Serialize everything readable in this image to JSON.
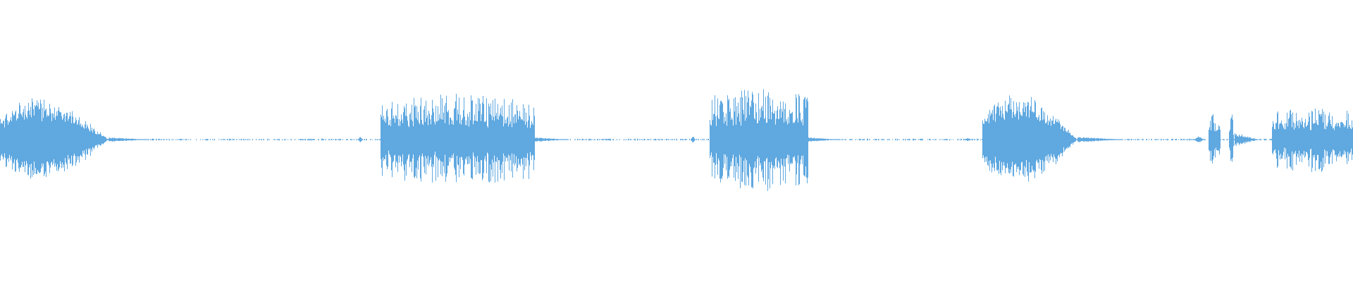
{
  "waveform": {
    "color": "#5fa8e0",
    "background": "#ffffff",
    "duration_fraction_note_free": true,
    "segments": [
      {
        "start": 0.0,
        "end": 0.08,
        "peak": 0.68,
        "shape": "burst-decay"
      },
      {
        "start": 0.08,
        "end": 0.11,
        "peak": 0.04,
        "shape": "tail"
      },
      {
        "start": 0.264,
        "end": 0.268,
        "peak": 0.06,
        "shape": "blip"
      },
      {
        "start": 0.281,
        "end": 0.395,
        "peak": 0.72,
        "shape": "spiky"
      },
      {
        "start": 0.395,
        "end": 0.42,
        "peak": 0.04,
        "shape": "tail"
      },
      {
        "start": 0.51,
        "end": 0.514,
        "peak": 0.07,
        "shape": "blip"
      },
      {
        "start": 0.524,
        "end": 0.597,
        "peak": 0.82,
        "shape": "spiky"
      },
      {
        "start": 0.597,
        "end": 0.62,
        "peak": 0.04,
        "shape": "tail"
      },
      {
        "start": 0.712,
        "end": 0.718,
        "peak": 0.03,
        "shape": "blip"
      },
      {
        "start": 0.726,
        "end": 0.796,
        "peak": 0.74,
        "shape": "burst-decay"
      },
      {
        "start": 0.796,
        "end": 0.83,
        "peak": 0.05,
        "shape": "tail"
      },
      {
        "start": 0.882,
        "end": 0.89,
        "peak": 0.06,
        "shape": "blip"
      },
      {
        "start": 0.893,
        "end": 0.902,
        "peak": 0.42,
        "shape": "spiky"
      },
      {
        "start": 0.908,
        "end": 0.912,
        "peak": 0.85,
        "shape": "spike"
      },
      {
        "start": 0.912,
        "end": 0.93,
        "peak": 0.12,
        "shape": "tail"
      },
      {
        "start": 0.94,
        "end": 1.0,
        "peak": 0.52,
        "shape": "spiky"
      }
    ],
    "noise_floor": 0.012
  }
}
